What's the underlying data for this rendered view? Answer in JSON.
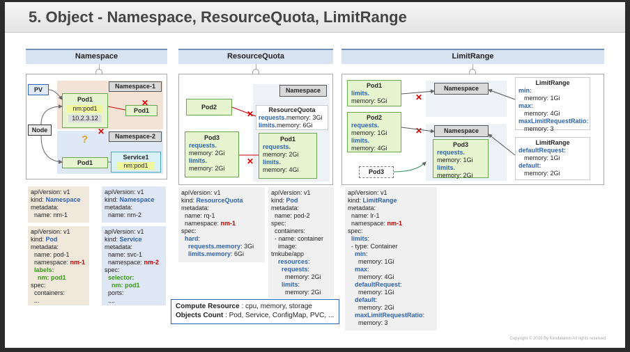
{
  "title": "5. Object - Namespace, ResourceQuota, LimitRange",
  "headers": {
    "namespace": "Namespace",
    "resourcequota": "ResourceQuota",
    "limitrange": "LimitRange"
  },
  "ns_diagram": {
    "pv": "PV",
    "node": "Node",
    "ns1": "Namespace-1",
    "ns2": "Namespace-2",
    "pod1": "Pod1",
    "pod1_label": "nm:pod1",
    "pod1_ip": "10.2.3.12",
    "pod1_other": "Pod1",
    "pod1_ns2": "Pod1",
    "service1": "Service1",
    "service1_selector": "nm:pod1",
    "question": "?"
  },
  "rq_diagram": {
    "namespace": "Namespace",
    "pod2": "Pod2",
    "rq_title": "ResourceQuota",
    "rq_req_key": "requests.",
    "rq_req_val": "memory: 3Gi",
    "rq_lim_key": "limits.",
    "rq_lim_val": "memory: 6Gi",
    "pod3": "Pod3",
    "pod3_req_key": "requests.",
    "pod3_req_val": "memory: 2Gi",
    "pod3_lim_key": "limits.",
    "pod3_lim_val": "memory: 2Gi",
    "pod1": "Pod1",
    "pod1_req_key": "requests.",
    "pod1_req_val": "memory: 2Gi",
    "pod1_lim_key": "limits.",
    "pod1_lim_val": "memory: 4Gi"
  },
  "lr_diagram": {
    "pod1": "Pod1",
    "pod1_lim_key": "limits.",
    "pod1_lim_val": "memory: 5Gi",
    "pod2": "Pod2",
    "pod2_req_key": "requests.",
    "pod2_req_val": "memory: 1Gi",
    "pod2_lim_key": "limits.",
    "pod2_lim_val": "memory: 4Gi",
    "ns_top": "Namespace",
    "ns_bottom": "Namespace",
    "pod3": "Pod3",
    "pod3_req_key": "requests.",
    "pod3_req_val": "memory: 1Gi",
    "pod3_lim_key": "limits.",
    "pod3_lim_val": "memory: 2Gi",
    "pod3_outside": "Pod3",
    "lr1_title": "LimitRange",
    "lr1_min_key": "min:",
    "lr1_min_val": "memory: 1Gi",
    "lr1_max_key": "max:",
    "lr1_max_val": "memory: 4Gi",
    "lr1_ratio_key": "maxLimitRequestRatio:",
    "lr1_ratio_val": "memory: 3",
    "lr2_title": "LimitRange",
    "lr2_dr_key": "defaultRequest:",
    "lr2_dr_val": "memory: 1Gi",
    "lr2_d_key": "default:",
    "lr2_d_val": "memory: 2Gi"
  },
  "yaml": {
    "ns_namespace": [
      "apiVersion: v1",
      "kind: |Namespace",
      "metadata:",
      "  name: nm-1"
    ],
    "ns_namespace2": [
      "apiVersion: v1",
      "kind: |Namespace",
      "metadata:",
      "  name: nm-2"
    ],
    "ns_pod": [
      "apiVersion: v1",
      "kind: |Pod",
      "metadata:",
      "  name: pod-1",
      "  namespace: |nm-1",
      "  labels:",
      "    nm: pod1",
      "spec:",
      "  containers:",
      "  ..."
    ],
    "ns_service": [
      "apiVersion: v1",
      "kind: |Service",
      "metadata:",
      "  name: svc-1",
      "  namespace: |nm-2",
      "spec:",
      "  selector:",
      "    nm: pod1",
      "  ports:",
      "  ...."
    ],
    "rq": [
      "apiVersion: v1",
      "kind: |ResourceQuota",
      "metadata:",
      "  name: rq-1",
      "  namespace: |nm-1",
      "spec:",
      "  hard:",
      "    requests.memory: 3Gi",
      "    limits.memory: 6Gi"
    ],
    "rq_pod": [
      "apiVersion: v1",
      "kind: |Pod",
      "metadata:",
      "  name: pod-2",
      "spec:",
      "  containers:",
      "  - name: container",
      "    image:",
      "tmkube/app",
      "    resources:",
      "      requests:",
      "        memory: 2Gi",
      "      limits:",
      "        memory: 2Gi"
    ],
    "lr": [
      "apiVersion: v1",
      "kind: |LimitRange",
      "metadata:",
      "  name: lr-1",
      "  namespace: |nm-1",
      "spec:",
      "  limits:",
      "  - type: Container",
      "    min:",
      "      memory: 1Gi",
      "    max:",
      "      memory: 4Gi",
      "    defaultRequest:",
      "      memory: 1Gi",
      "    default:",
      "      memory: 2Gi",
      "    maxLimitRequestRatio:",
      "      memory: 3"
    ]
  },
  "compute_box": {
    "line1_key": "Compute Resource",
    "line1_val": " : cpu, memory, storage",
    "line2_key": "Objects Count",
    "line2_val": " : Pod, Service, ConfigMap, PVC, ..."
  },
  "copyright": "Copyright © 2019 By Kimdalamin All rights reserved.",
  "colors": {
    "header_bg": "#d7e3f0",
    "pod_green": "#e6f5d0",
    "ns_grey": "#d9d9d9",
    "key_blue": "#2e63b5",
    "value_red": "#c00000",
    "label_green": "#3b9a1a"
  }
}
